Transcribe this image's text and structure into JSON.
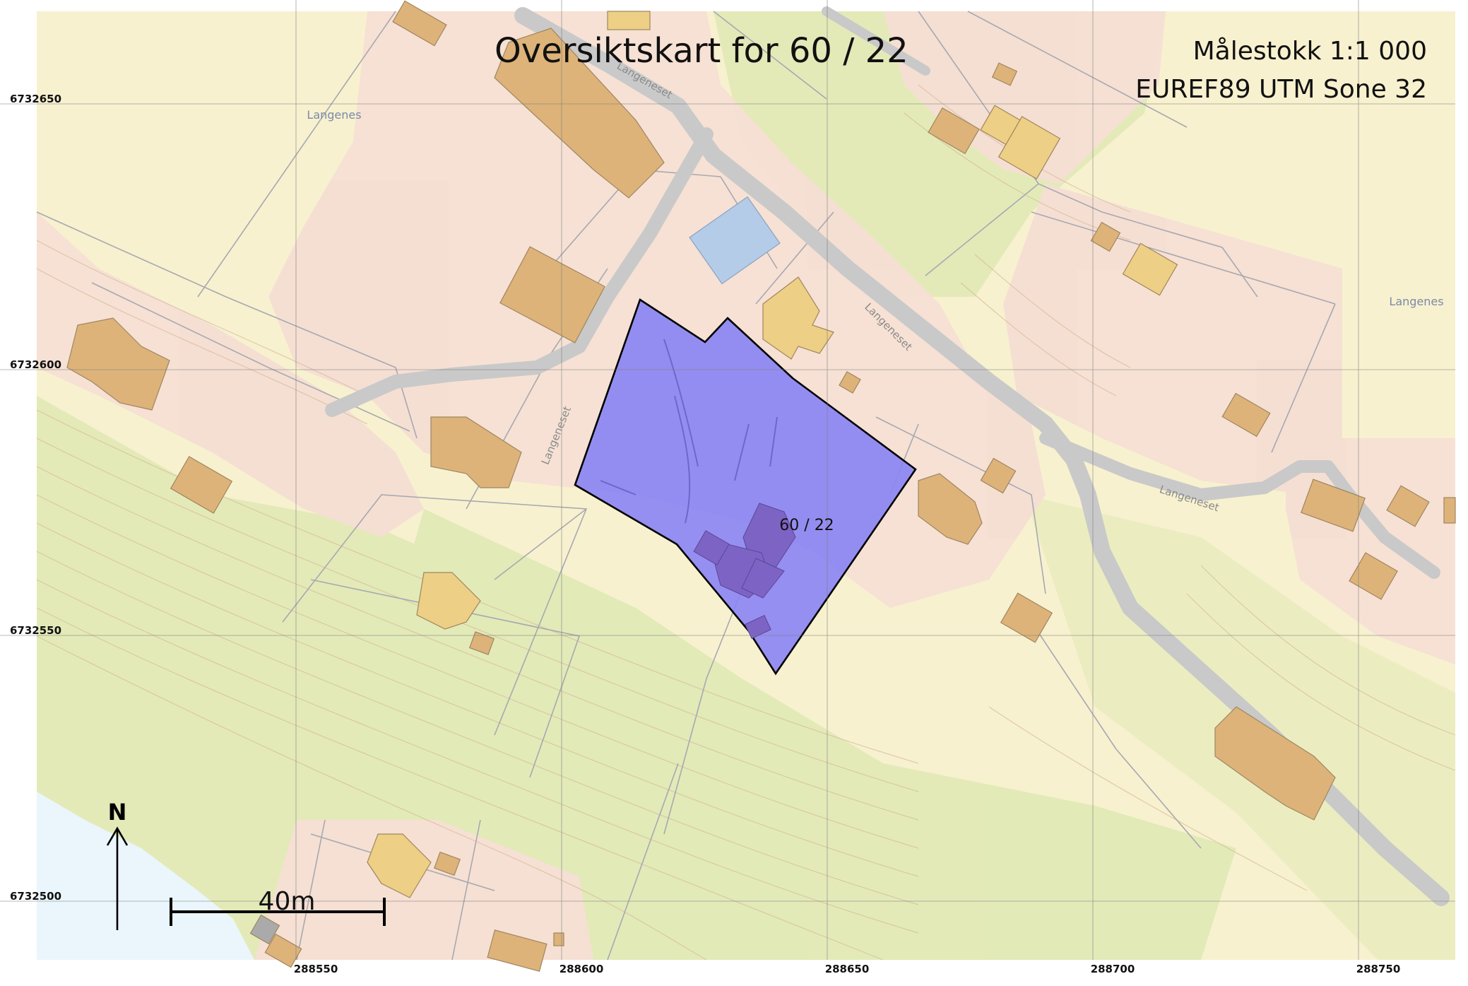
{
  "map": {
    "title": "Oversiktskart for 60  / 22",
    "scale": "Målestokk 1:1 000",
    "projection": "EUREF89 UTM Sone 32",
    "parcel_label": "60 / 22",
    "scale_bar_label": "40m",
    "north_label": "N",
    "place_names": {
      "langenes_west": "Langenes",
      "langenes_east": "Langenes",
      "road_north": "Langeneset",
      "road_mid": "Langeneset",
      "road_west": "Langeneset",
      "road_east": "Langeneset"
    },
    "easting_ticks": [
      "288550",
      "288600",
      "288650",
      "288700",
      "288750"
    ],
    "northing_ticks": [
      "6732650",
      "6732600",
      "6732550",
      "6732500"
    ],
    "colors": {
      "background": "#f7f1cf",
      "residential": "#f6e2d8",
      "forest": "#dfe9b8",
      "road": "#c9c9c9",
      "building": "#ddb37a",
      "building_light": "#edcf85",
      "parcel_fill": "#8a84f4",
      "parcel_stroke": "#000000",
      "water": "#eaf6fb",
      "pool": "#b5cce8"
    }
  }
}
